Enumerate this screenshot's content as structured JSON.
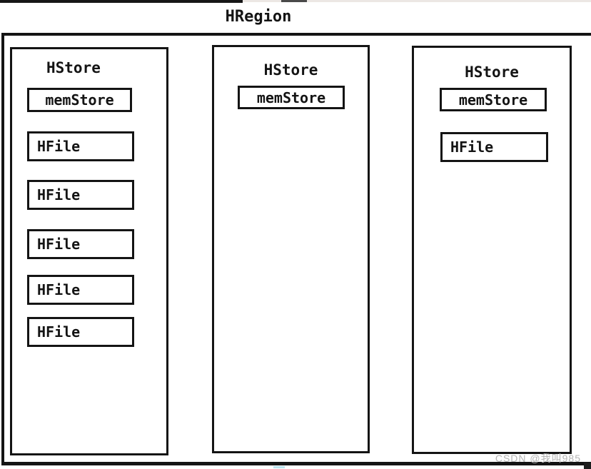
{
  "title": "HRegion",
  "watermark": "CSDN @我叫985",
  "colors": {
    "line": "#141414",
    "text": "#141414",
    "watermark": "#b4b4b4"
  },
  "stores": [
    {
      "title": "HStore",
      "memstore_label": "memStore",
      "hfiles": [
        "HFile",
        "HFile",
        "HFile",
        "HFile",
        "HFile"
      ]
    },
    {
      "title": "HStore",
      "memstore_label": "memStore",
      "hfiles": []
    },
    {
      "title": "HStore",
      "memstore_label": "memStore",
      "hfiles": [
        "HFile"
      ]
    }
  ]
}
